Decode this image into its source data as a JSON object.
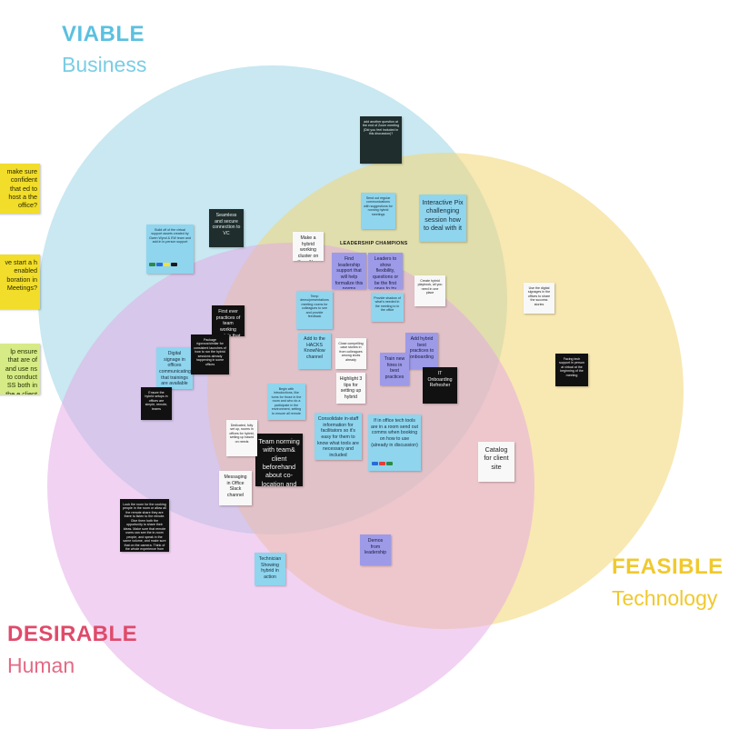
{
  "labels": {
    "viable_title": "VIABLE",
    "viable_sub": "Business",
    "feasible_title": "FEASIBLE",
    "feasible_sub": "Technology",
    "desirable_title": "DESIRABLE",
    "desirable_sub": "Human",
    "leadership": "LEADERSHIP CHAMPIONS"
  },
  "colors": {
    "viable": "#5bc0e0",
    "feasible": "#f2cc3a",
    "desirable": "#e07aa8",
    "center": "#8bbf6a"
  },
  "notes": {
    "left1": "make sure confident that ed to host a the office?",
    "left2": "ve start a h enabled boration in Meetings?",
    "left3": "lp ensure that are of and use ns to conduct SS both in the e client site",
    "n_question": "add another question at the end of Zoom meeting (Did you feel included in this discussion)?",
    "n_seamless": "Seamless and secure connection to VC",
    "n_buildoff": "Build off of the virtual support assets created by Gwen Wynd & EW team and add in in-person support",
    "n_sendregular": "Send out regular communications with suggestions for running hybrid meetings",
    "n_interactive": "Interactive Pix challenging session how to deal with it",
    "n_makehybrid": "Make a hybrid working cluster on KnowNow",
    "n_findleader": "Find leadership support that will help formalize this norms",
    "n_leaders": "Leaders to show flexibility, questions or be the first ones to try",
    "n_createhybrid": "Create hybrid playbook, all you need in one place",
    "n_digital_right": "Use the digital signages in the offices to share the success stories",
    "n_firstever": "First ever practices of team working models that all can align to",
    "n_temp": "Temp demo/presentations meeting rooms for colleagues to see and provide feedback",
    "n_provideshadow": "Provide shadow of what's needed in the meeting to in the office",
    "n_digitalsign": "Digital signage in offices communicating that trainings are available",
    "n_package": "Package rigorous/similar for consistent launches of how to run the hybrid sessions already happening in some offices",
    "n_addhacks": "Add to the HACKS KnowNow channel",
    "n_close": "Close compelling case stories in from colleagues among shots already",
    "n_addhybrid": "Add hybrid best practices to onboarding",
    "n_trainnew": "Train new hires in best practices",
    "n_facing": "Facing tech support in person at virtual at the beginning of the meeting",
    "n_itonboard": "IT Onboarding Refresher",
    "n_ensurehybrid": "Ensure the hybrid setups in offices are simple, remote, teams",
    "n_highlight": "Highlight 3 tips for setting up hybrid",
    "n_begin": "Begin with introductions, like turns for those in the room and who do a participate in the environment, setting to ensure all remote",
    "n_teamnorming": "Team norming with team& client beforehand about co-location and use of tech",
    "n_consolidate": "Consolidate in-staff information for facilitators so it's easy for them to know what tools are necessary and included",
    "n_inoffice": "If in office tech tools are in a room send out comms when booking on how to use (already in discussion)",
    "n_catalog": "Catalog for client site",
    "n_dedicated": "Dedicated, fully set up, rooms in offices for hybrid, setting up based on needs",
    "n_messaging": "Messaging in Office Slack channel",
    "n_bottomleft": "Look the room for the cooking people in the room or allow all the remote share they are there to listen to the remote. Give them both the opportunity to share their ideas. Make sure that remote users can see the in-room people, and speak in the same volume, and make sure that on the camera. Think of the whole experience from both view.",
    "n_technician": "Technician Showing hybrid in action",
    "n_demos": "Demos from leadership"
  }
}
